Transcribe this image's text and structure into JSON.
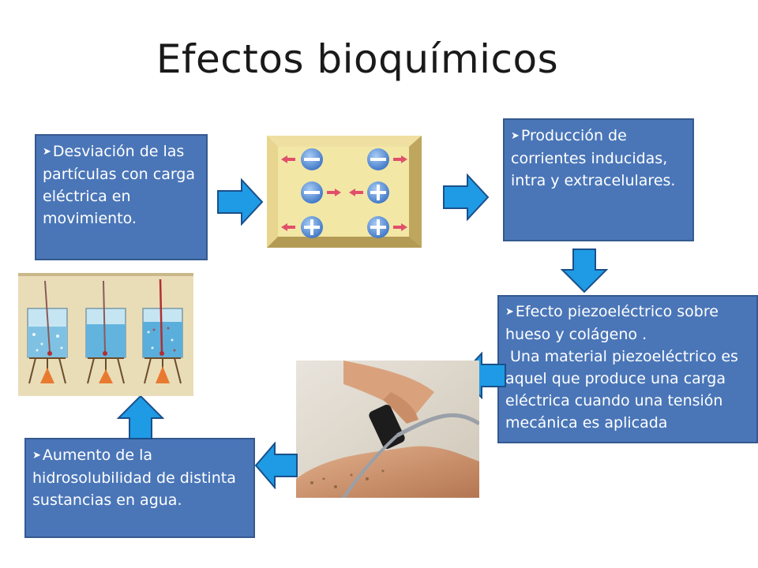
{
  "title": "Efectos bioquímicos",
  "boxes": {
    "desviacion": "Desviación de las partículas con carga eléctrica en movimiento.",
    "produccion": "Producción de corrientes inducidas, intra y extracelulares.",
    "piezo_title": "Efecto piezoeléctrico sobre hueso y colágeno .",
    "piezo_body": "Una material piezoeléctrico es aquel que produce una carga eléctrica cuando una tensión mecánica es aplicada",
    "aumento": "Aumento de la hidrosolubilidad de distinta sustancias en agua."
  },
  "particles": {
    "minus": "−",
    "plus": "+"
  },
  "colors": {
    "box_fill": "#4a76b8",
    "arrow_fill": "#1e9be4",
    "arrow_stroke": "#1b4f8a",
    "particle_blue": "#5a8fd6",
    "particle_arrow": "#e0506a",
    "tile": "#f3e7a6"
  },
  "icons": [
    "bullet-arrow-icon",
    "flow-arrow-icon"
  ]
}
